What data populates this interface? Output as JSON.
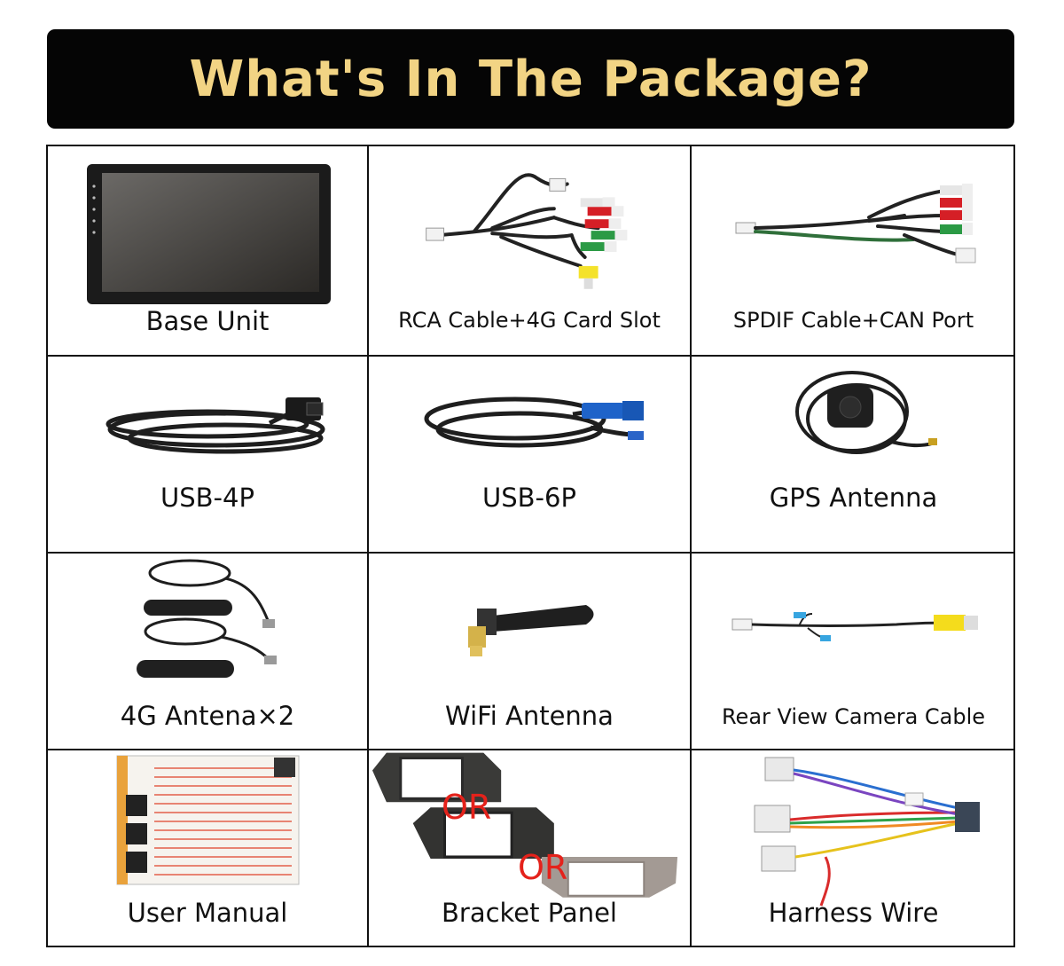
{
  "header": {
    "title": "What's In The Package?"
  },
  "items": [
    {
      "label": "Base Unit",
      "icon": "car-stereo-screen-icon"
    },
    {
      "label": "RCA Cable+4G Card Slot",
      "icon": "rca-cable-icon"
    },
    {
      "label": "SPDIF Cable+CAN Port",
      "icon": "spdif-cable-icon"
    },
    {
      "label": "USB-4P",
      "icon": "usb-cable-icon"
    },
    {
      "label": "USB-6P",
      "icon": "usb-cable-blue-icon"
    },
    {
      "label": "GPS Antenna",
      "icon": "gps-antenna-icon"
    },
    {
      "label": "4G Antena×2",
      "icon": "4g-antenna-icon"
    },
    {
      "label": "WiFi Antenna",
      "icon": "wifi-antenna-icon"
    },
    {
      "label": "Rear View Camera Cable",
      "icon": "camera-cable-icon"
    },
    {
      "label": "User Manual",
      "icon": "manual-icon"
    },
    {
      "label": "Bracket Panel",
      "icon": "bracket-panel-icon"
    },
    {
      "label": "Harness Wire",
      "icon": "harness-wire-icon"
    }
  ],
  "bracket_or": [
    "OR",
    "OR"
  ],
  "colors": {
    "banner_bg": "#050505",
    "banner_text": "#f2d484",
    "or_red": "#e4221b",
    "grid_line": "#111111"
  }
}
